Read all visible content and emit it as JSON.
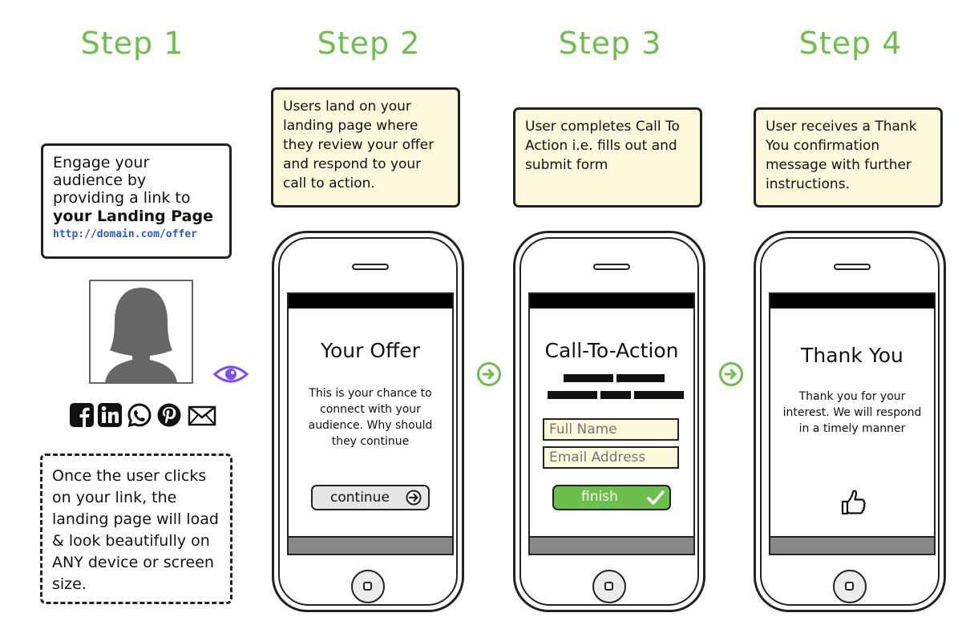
{
  "steps": [
    {
      "title": "Step 1"
    },
    {
      "title": "Step 2"
    },
    {
      "title": "Step 3"
    },
    {
      "title": "Step 4"
    }
  ],
  "step1": {
    "callout_line1": "Engage your",
    "callout_line2": "audience by",
    "callout_line3": "providing a link to",
    "callout_bold": "your Landing Page",
    "callout_link": "http://domain.com/offer",
    "note": "Once the user clicks on your link, the landing page will load & look beautifully on ANY device or screen size.",
    "share_icons": [
      "facebook-icon",
      "linkedin-icon",
      "whatsapp-icon",
      "pinterest-icon",
      "mail-icon"
    ]
  },
  "step2": {
    "callout": "Users land on your landing page where they review your offer and respond to your call to action.",
    "screen_title": "Your Offer",
    "screen_text": "This is your chance to connect with your audience. Why should they continue",
    "button_label": "continue"
  },
  "step3": {
    "callout": "User completes Call To Action i.e. fills out and submit form",
    "screen_title": "Call-To-Action",
    "full_name_placeholder": "Full Name",
    "email_placeholder": "Email Address",
    "button_label": "finish"
  },
  "step4": {
    "callout": "User receives a Thank You confirmation message with further instructions.",
    "screen_title": "Thank You",
    "screen_text": "Thank you for your interest. We will respond in a timely manner"
  },
  "colors": {
    "step_title": "#6cbf4a",
    "callout_bg": "#fdf9dc",
    "link": "#2a5bd7",
    "eye": "#7c4dff",
    "finish_button": "#6cbf4a"
  }
}
